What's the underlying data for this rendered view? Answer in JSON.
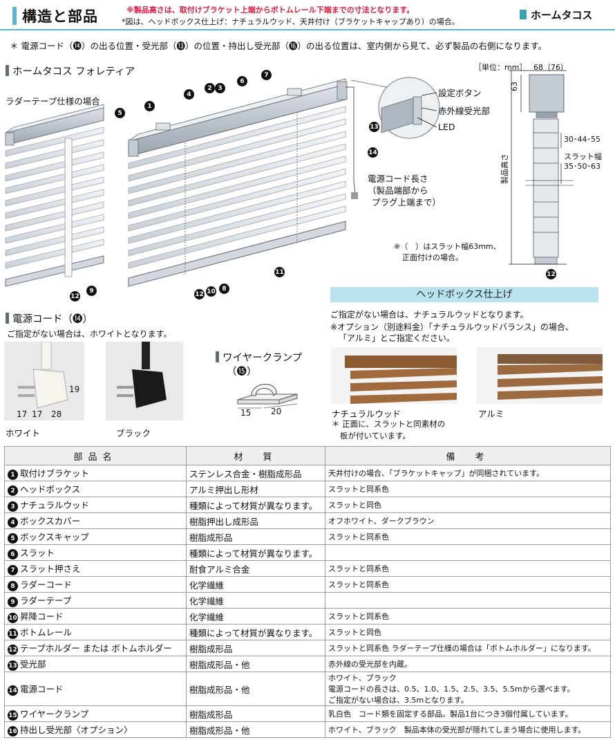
{
  "header": {
    "title": "構造と部品",
    "note_red": "※製品高さは、取付けブラケット上端からボトムレール下端までの寸法となります。",
    "note_black": "*図は、ヘッドボックス仕上げ：ナチュラルウッド、天井付け（ブラケットキャップあり）の場合。",
    "brand": "ホームタコス"
  },
  "notice": "＊ 電源コード（⓮）の出る位置・受光部（⓭）の位置・持出し受光部（⓰）の出る位置は、室内側から見て、必ず製品の右側になります。",
  "diagram": {
    "section_title": "ホームタコス フォレティア",
    "ladder_case": "ラダーテープ仕様の場合",
    "unit": "［単位：mm］",
    "side_width": "68（76）",
    "side_height": "63",
    "slat_pitch": "30･44･55",
    "slat_width_label": "スラット幅",
    "slat_width_values": "35･50･63",
    "product_height": "製品高さ",
    "callout_setting_button": "設定ボタン",
    "callout_ir_receiver": "赤外線受光部",
    "callout_led": "LED",
    "cord_length_1": "電源コード長さ",
    "cord_length_2": "（製品端部から",
    "cord_length_3": "プラグ上端まで）",
    "side_note_1": "※（　）はスラット幅63mm、",
    "side_note_2": "正面付けの場合。",
    "nums": [
      "1",
      "2",
      "3",
      "4",
      "5",
      "6",
      "7",
      "8",
      "9",
      "10",
      "11",
      "12",
      "13",
      "14"
    ]
  },
  "cord_section": {
    "title": "電源コード（⓮）",
    "note": "ご指定がない場合は、ホワイトとなります。",
    "white": "ホワイト",
    "black": "ブラック",
    "dim_19": "19",
    "dim_17a": "17",
    "dim_17b": "17",
    "dim_28": "28"
  },
  "clamp_section": {
    "title": "ワイヤークランプ",
    "num": "（⓯）",
    "dim_15": "15",
    "dim_20": "20"
  },
  "headbox": {
    "title": "ヘッドボックス仕上げ",
    "note1": "ご指定がない場合は、ナチュラルウッドとなります。",
    "note2": "※オプション（別途料金）「ナチュラルウッドバランス」の場合、",
    "note3": "「アルミ」とご指定ください。",
    "natural": "ナチュラルウッド",
    "natural_note1": "＊ 正面に、スラットと同素材の",
    "natural_note2": "板が付いています。",
    "alumi": "アルミ"
  },
  "table": {
    "headers": [
      "部品名",
      "材　質",
      "備　考"
    ],
    "rows": [
      {
        "num": "1",
        "name": "取付けブラケット",
        "material": "ステンレス合金・樹脂成形品",
        "note": "天井付けの場合、「ブラケットキャップ」が同梱されています。"
      },
      {
        "num": "2",
        "name": "ヘッドボックス",
        "material": "アルミ押出し形材",
        "note": "スラットと同系色"
      },
      {
        "num": "3",
        "name": "ナチュラルウッド",
        "material": "種類によって材質が異なります。",
        "note": "スラットと同色"
      },
      {
        "num": "4",
        "name": "ボックスカバー",
        "material": "樹脂押出し成形品",
        "note": "オフホワイト、ダークブラウン"
      },
      {
        "num": "5",
        "name": "ボックスキャップ",
        "material": "樹脂成形品",
        "note": "スラットと同系色"
      },
      {
        "num": "6",
        "name": "スラット",
        "material": "種類によって材質が異なります。",
        "note": ""
      },
      {
        "num": "7",
        "name": "スラット押さえ",
        "material": "耐食アルミ合金",
        "note": "スラットと同系色"
      },
      {
        "num": "8",
        "name": "ラダーコード",
        "material": "化学繊維",
        "note": "スラットと同系色"
      },
      {
        "num": "9",
        "name": "ラダーテープ",
        "material": "化学繊維",
        "note": ""
      },
      {
        "num": "10",
        "name": "昇降コード",
        "material": "化学繊維",
        "note": "スラットと同系色"
      },
      {
        "num": "11",
        "name": "ボトムレール",
        "material": "種類によって材質が異なります。",
        "note": "スラットと同色"
      },
      {
        "num": "12",
        "name": "テープホルダー または ボトムホルダー",
        "material": "樹脂成形品",
        "note": "スラットと同系色 ラダーテープ仕様の場合は「ボトムホルダー」になります。"
      },
      {
        "num": "13",
        "name": "受光部",
        "material": "樹脂成形品・他",
        "note": "赤外線の受光部を内蔵。"
      },
      {
        "num": "14",
        "name": "電源コード",
        "material": "樹脂成形品・他",
        "note": "ホワイト、ブラック",
        "note2": "電源コードの長さは、0.5、1.0、1.5、2.5、3.5、5.5mから選べます。",
        "note3": "ご指定がない場合は、3.5mとなります。"
      },
      {
        "num": "15",
        "name": "ワイヤークランプ",
        "material": "樹脂成形品",
        "note": "乳白色　コード類を固定する部品。製品1台につき3個付属しています。"
      },
      {
        "num": "16",
        "name": "持出し受光部〈オプション〉",
        "material": "樹脂成形品・他",
        "note": "ホワイト、ブラック　製品本体の受光部が隠れてしまう場合に使用します。"
      }
    ]
  },
  "colors": {
    "accent": "#5ab6c9",
    "red": "#e01a3a",
    "headbox_band": "#b9e2ef",
    "wood": "#8a5a33"
  }
}
